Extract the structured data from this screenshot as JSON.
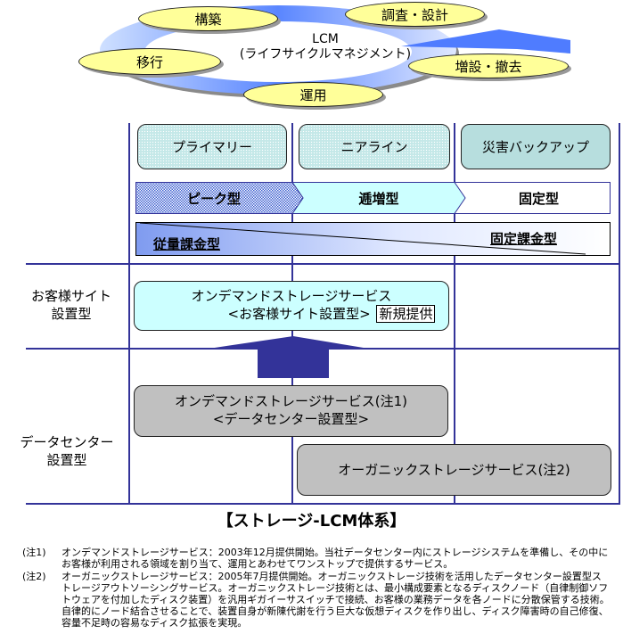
{
  "lcm_cycle": {
    "center_title": "LCM",
    "center_subtitle": "(ライフサイクルマネジメント)",
    "phases": [
      {
        "id": "survey",
        "label": "調査・設計"
      },
      {
        "id": "expand",
        "label": "増設・撤去"
      },
      {
        "id": "operate",
        "label": "運用"
      },
      {
        "id": "migrate",
        "label": "移行"
      },
      {
        "id": "build",
        "label": "構築"
      }
    ],
    "ellipse_color": "#ffff99",
    "arrow_color": "#3366ff"
  },
  "stages": [
    {
      "label": "プライマリー"
    },
    {
      "label": "ニアライン"
    },
    {
      "label": "災害バックアップ"
    }
  ],
  "usage_types": [
    {
      "label": "ピーク型"
    },
    {
      "label": "逓増型"
    },
    {
      "label": "固定型"
    }
  ],
  "billing": {
    "left_label": "従量課金型",
    "right_label": "固定課金型"
  },
  "rows": {
    "customer_site": "お客様サイト\n設置型",
    "customer_site_lines": [
      "お客様サイト",
      "設置型"
    ],
    "datacenter_lines": [
      "データセンター",
      "設置型"
    ]
  },
  "services": {
    "on_demand_customer": {
      "line1": "オンデマンドストレージサービス",
      "line2": "<お客様サイト設置型>",
      "badge": "新規提供"
    },
    "on_demand_dc": {
      "line1": "オンデマンドストレージサービス(注1)",
      "line2": "<データセンター設置型>"
    },
    "organic": {
      "line1": "オーガニックストレージサービス(注2)"
    }
  },
  "title": "【ストレージ-LCM体系】",
  "notes": [
    {
      "tag": "(注1)",
      "text": "オンデマンドストレージサービス：2003年12月提供開始。当社データセンター内にストレージシステムを準備し、その中にお客様が利用される領域を割り当て、運用とあわせてワンストップで提供するサービス。"
    },
    {
      "tag": "(注2)",
      "text": "オーガニックストレージサービス：2005年7月提供開始。オーガニックストレージ技術を活用したデータセンター設置型ストレージアウトソーシングサービス。オーガニックストレージ技術とは、最小構成要素となるディスクノード（自律制御ソフトウェアを付加したディスク装置）を汎用ギガイーサスイッチで接続、お客様の業務データを各ノードに分散保管する技術。自律的にノード結合させることで、装置自身が新陳代謝を行う巨大な仮想ディスクを作り出し、ディスク障害時の自己修復、容量不足時の容易なディスク拡張を実現。"
    }
  ],
  "colors": {
    "grid_line": "#333399",
    "stage_fill": "#c4e8e8",
    "increasing_fill": "#ccffff",
    "service_customer_fill": "#ccffff",
    "service_dc_fill": "#c0c0c0",
    "up_arrow": "#333399"
  }
}
